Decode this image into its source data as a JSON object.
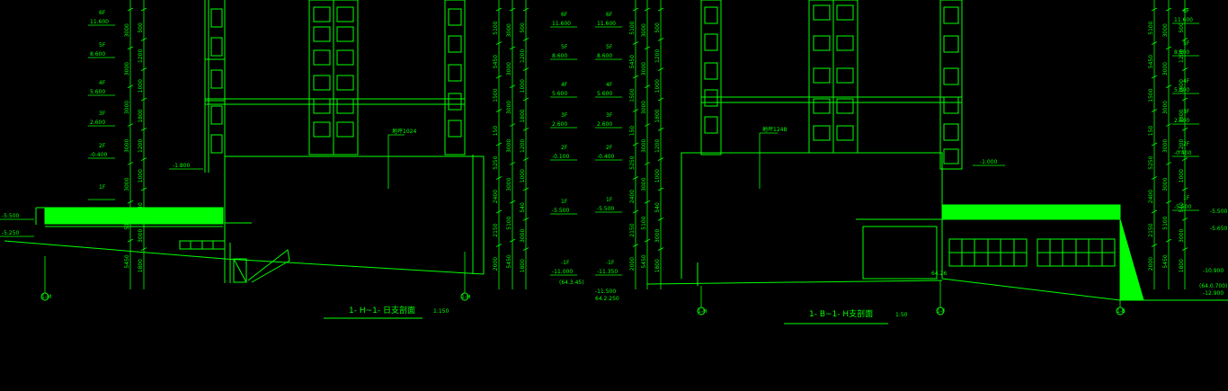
{
  "palette": {
    "line": "#00ff00",
    "background": "#000000"
  },
  "sections": [
    {
      "id": "section-left",
      "title": "1- H~1- 日支剖面",
      "scale": "1:150",
      "annotation": "地坪1024",
      "grid_left": "1-M",
      "grid_right": "1-H",
      "level_tag_upper": "-1.800",
      "level_tag_bottom": "(64.3.45)",
      "plaza_levels": [
        "-5.500",
        "-5.250"
      ]
    },
    {
      "id": "section-right",
      "title": "1- B~1- H支剖面",
      "scale": "1:50",
      "annotation": "地坪1248",
      "grid_left": "1-H",
      "grid_mid": "1-F",
      "grid_right": "1-B",
      "level_tag_upper": "-1.000",
      "spot_level": "64.26",
      "bottom_levels": [
        "-11.500",
        "64.2.250"
      ],
      "right_levels": [
        "-10.900",
        "(64.0.700)",
        "-12.900"
      ],
      "right_plaza_levels": [
        "-5.500",
        "-5.650"
      ]
    }
  ],
  "floor_levels": [
    {
      "floor": "6F",
      "elev": "11.600"
    },
    {
      "floor": "5F",
      "elev": "8.600"
    },
    {
      "floor": "4F",
      "elev": "5.600"
    },
    {
      "floor": "3F",
      "elev": "2.600"
    },
    {
      "floor": "2F",
      "elev": "-0.400"
    },
    {
      "floor": "1F",
      "elev": "-5.500"
    },
    {
      "floor": "-1F",
      "elev": "-11.350"
    }
  ],
  "floor_levels_left_column": [
    {
      "floor": "6F",
      "elev": "11.600"
    },
    {
      "floor": "5F",
      "elev": "8.600"
    },
    {
      "floor": "4F",
      "elev": "5.600"
    },
    {
      "floor": "3F",
      "elev": "2.600"
    },
    {
      "floor": "2F",
      "elev": "-0.400"
    },
    {
      "floor": "1F",
      "elev": ""
    }
  ],
  "floor_levels_mid_a": [
    {
      "floor": "6F",
      "elev": "11.600"
    },
    {
      "floor": "5F",
      "elev": "8.600"
    },
    {
      "floor": "4F",
      "elev": "5.600"
    },
    {
      "floor": "3F",
      "elev": "2.600"
    },
    {
      "floor": "2F",
      "elev": "-0.100"
    },
    {
      "floor": "1F",
      "elev": "-5.500"
    },
    {
      "floor": "-1F",
      "elev": "-11.000"
    }
  ],
  "floor_levels_right": [
    {
      "floor": "6F",
      "elev": "11.600"
    },
    {
      "floor": "5F",
      "elev": "8.600"
    },
    {
      "floor": "4F",
      "elev": "5.600"
    },
    {
      "floor": "3F",
      "elev": "2.600"
    },
    {
      "floor": "2F",
      "elev": "-0.400"
    },
    {
      "floor": "1F",
      "elev": "-5.500"
    }
  ],
  "dims_storey": [
    "3000",
    "3000",
    "3000",
    "3000",
    "3000"
  ],
  "dims_fine": [
    "500",
    "1200",
    "1000",
    "1800",
    "1200",
    "1000",
    "540",
    "3000",
    "1800",
    "1800",
    "1300"
  ],
  "dims_lower": [
    "5100",
    "5450",
    "1500",
    "150",
    "5250",
    "2400",
    "2150",
    "2000",
    "7250",
    "3000"
  ]
}
